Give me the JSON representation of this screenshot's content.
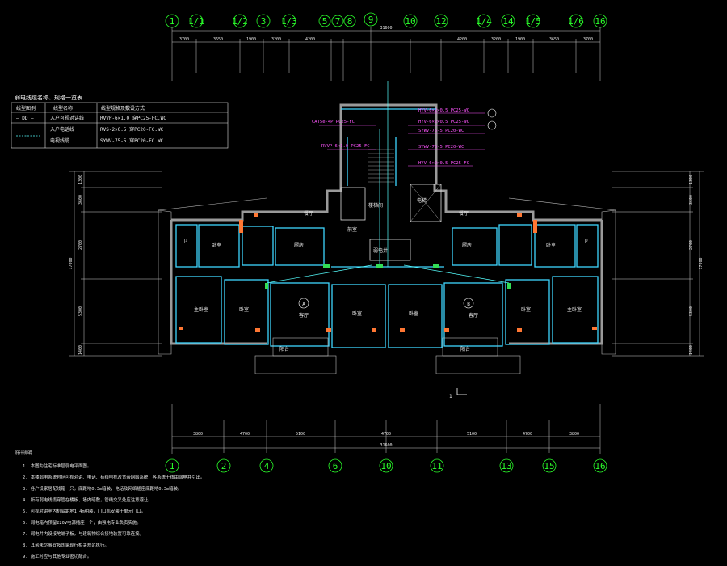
{
  "axes_top": [
    "1",
    "1/1",
    "1/2",
    "3",
    "1/3",
    "5",
    "7",
    "8",
    "9",
    "10",
    "12",
    "1/4",
    "14",
    "1/5",
    "1/6",
    "16"
  ],
  "axes_bottom": [
    "1",
    "2",
    "4",
    "6",
    "10",
    "11",
    "13",
    "15",
    "16"
  ],
  "dims_top": [
    "3700",
    "3650",
    "1900",
    "3200",
    "4200",
    "4200",
    "3200",
    "1900",
    "3650",
    "3700"
  ],
  "dim_top_total": "31600",
  "dims_bottom": [
    "3800",
    "4700",
    "5100",
    "4700",
    "5100",
    "4700",
    "3800"
  ],
  "dim_bottom_total": "31600",
  "dims_side": [
    "1300",
    "3600",
    "2700",
    "5300",
    "1400"
  ],
  "dim_side_total": "17000",
  "legend": {
    "title": "弱电线缆名称、规格一览表",
    "head": [
      "线型图例",
      "线型名称",
      "线型规格及敷设方式"
    ],
    "rows": [
      {
        "sym": "— DD —",
        "name": "入户可视对讲线",
        "spec": "RVVP-6×1.0 穿PC25-FC.WC"
      },
      {
        "sym": "",
        "name": "入户电话线",
        "spec": "RVS-2×0.5 穿PC20-FC.WC"
      },
      {
        "sym": "",
        "name": "电视线缆",
        "spec": "SYWV-75-5 穿PC20-FC.WC"
      }
    ]
  },
  "cable_labels": [
    "HYV-6×2×0.5 PC25-WC",
    "HYV-6×2×0.5 PC25-WC",
    "SYWV-75-5 PC20-WC",
    "SYWV-75-5 PC20-WC",
    "HYV-6×2×0.5 PC25-FC",
    "CAT5e-4P PC25-FC",
    "RVVP-6×1.0 PC25-FC"
  ],
  "rooms": {
    "unit_a": "A",
    "unit_b": "B",
    "living": "客厅",
    "bedroom": "卧室",
    "master_bed": "主卧室",
    "kitchen": "厨房",
    "bath": "卫",
    "dining": "餐厅",
    "balcony": "阳台",
    "lobby": "前室",
    "stair": "楼梯间",
    "elevator": "电梯",
    "weak_well": "弱电井"
  },
  "section_mark": "1",
  "notes": {
    "title": "设计说明",
    "items": [
      "1. 本图为住宅标准层弱电平面图。",
      "2. 本楼弱电系统包括可视对讲、电话、有线电视及宽带网络系统，各系统干线由弱电井引出。",
      "3. 各户设家居配线箱一只，底距地0.3m暗装，电话及网络插座底距地0.3m暗装。",
      "4. 所有弱电线缆穿管在楼板、墙内暗敷，管线交叉处应注意避让。",
      "5. 可视对讲室内机底距地1.4m明装，门口机安装于单元门口。",
      "6. 弱电箱内预留220V电源插座一个，由强电专业负责实施。",
      "7. 弱电井内设接地端子板，与建筑物综合接地装置可靠连接。",
      "8. 其余未尽事宜按国家现行相关规范执行。",
      "9. 施工时应与其他专业密切配合。"
    ]
  }
}
